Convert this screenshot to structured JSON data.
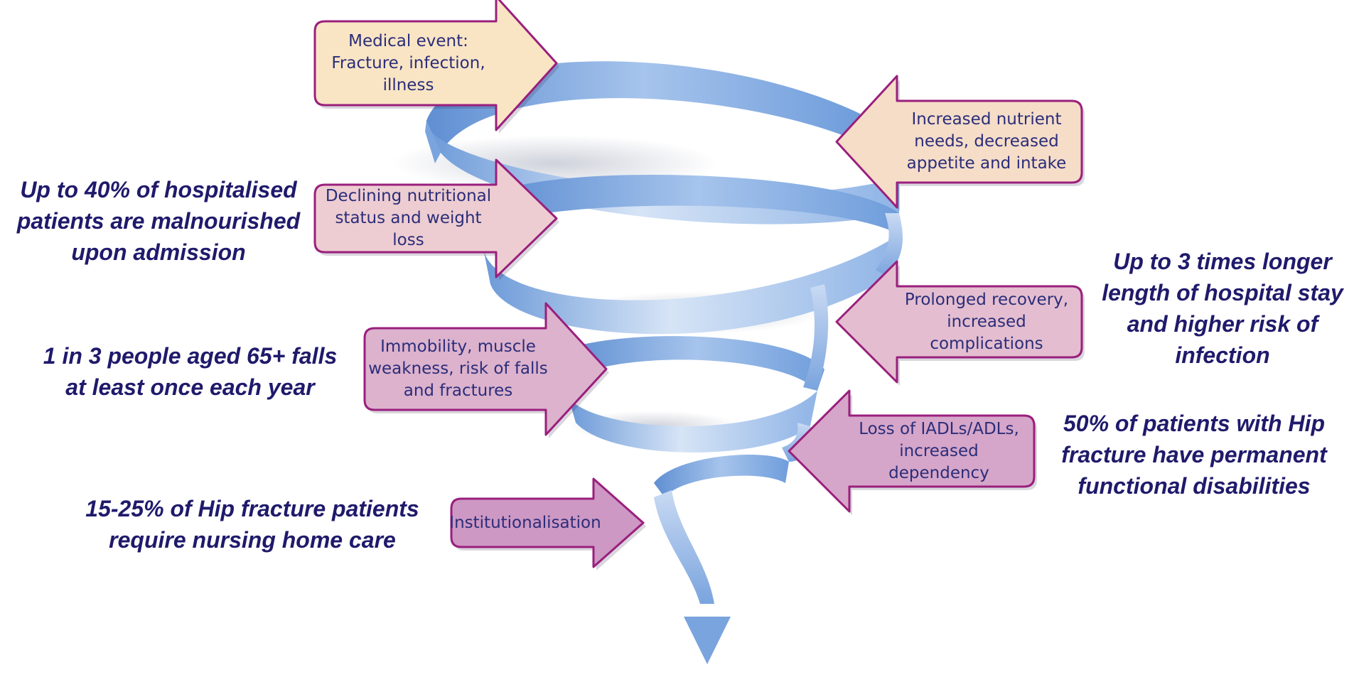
{
  "colors": {
    "ribbon_light": "#d6e4f6",
    "ribbon_mid": "#9ec0ea",
    "ribbon_dark": "#6c9ad8",
    "arrow_border": "#9a1f7d",
    "arrow_fill_top": "#fdf2d0",
    "arrow_fill_mid": "#e8c2d0",
    "arrow_fill_bottom": "#cc86b6",
    "text_dark_blue": "#1f1a6b",
    "text_arrow": "#2b2d7a"
  },
  "spiral_steps": [
    {
      "label": "Medical event:\nFracture, infection,\nillness",
      "direction": "right",
      "fill": "#f9e5c4"
    },
    {
      "label": "Increased nutrient\nneeds, decreased\nappetite and intake",
      "direction": "left",
      "fill": "#f5ddc8"
    },
    {
      "label": "Declining nutritional\nstatus and weight loss",
      "direction": "right",
      "fill": "#edcdd1"
    },
    {
      "label": "Prolonged recovery,\nincreased complications",
      "direction": "left",
      "fill": "#e4bed0"
    },
    {
      "label": "Immobility, muscle\nweakness, risk of falls\nand fractures",
      "direction": "right",
      "fill": "#dcb2cd"
    },
    {
      "label": "Loss of IADLs/ADLs,\nincreased dependency",
      "direction": "left",
      "fill": "#d5a6c9"
    },
    {
      "label": "Institutionalisation",
      "direction": "right",
      "fill": "#cd98c3"
    }
  ],
  "statistics": [
    {
      "text": "Up to 40% of hospitalised\npatients are malnourished\nupon admission"
    },
    {
      "text": "Up to 3 times longer\nlength of hospital stay\nand higher risk of\ninfection"
    },
    {
      "text": "1 in 3 people aged 65+ falls\nat least once each year"
    },
    {
      "text": "50% of patients with Hip\nfracture have permanent\nfunctional disabilities"
    },
    {
      "text": "15-25% of Hip fracture patients\nrequire nursing home care"
    }
  ]
}
